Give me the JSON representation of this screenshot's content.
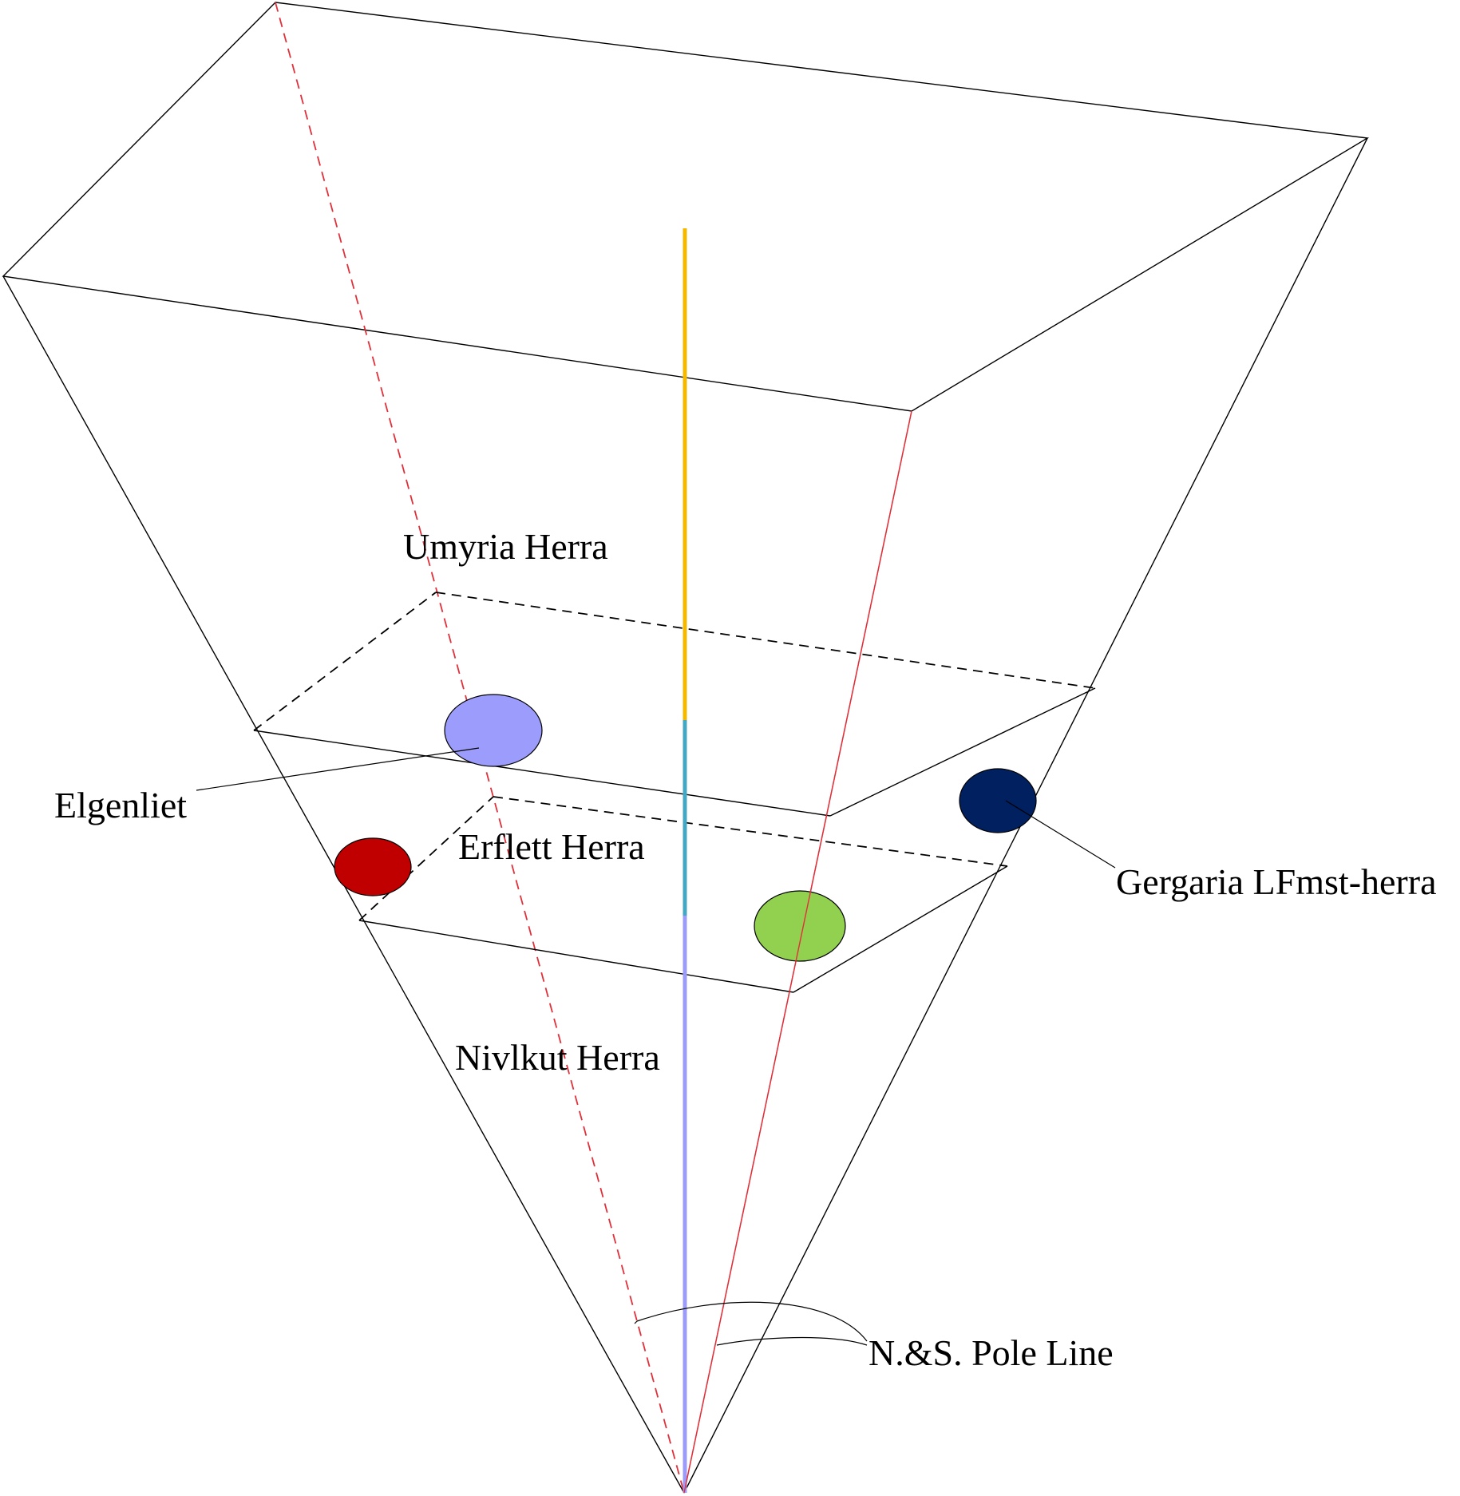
{
  "labels": {
    "upper_layer": "Umyria Herra",
    "middle_layer": "Erflett Herra",
    "lower_layer": "Nivlkut Herra",
    "left_callout": "Elgenliet",
    "right_callout": "Gergaria LFmst-herra",
    "pole_callout": "N.&S. Pole Line"
  },
  "colors": {
    "frame_line": "#000000",
    "pole_guide_red": "#e0303a",
    "axis_upper": "#f5b800",
    "axis_middle": "#44a8c4",
    "axis_lower": "#9c9cf8",
    "orb_lavender": "#9c9cfc",
    "orb_red": "#c00000",
    "orb_green": "#92d050",
    "orb_navy": "#002060"
  }
}
